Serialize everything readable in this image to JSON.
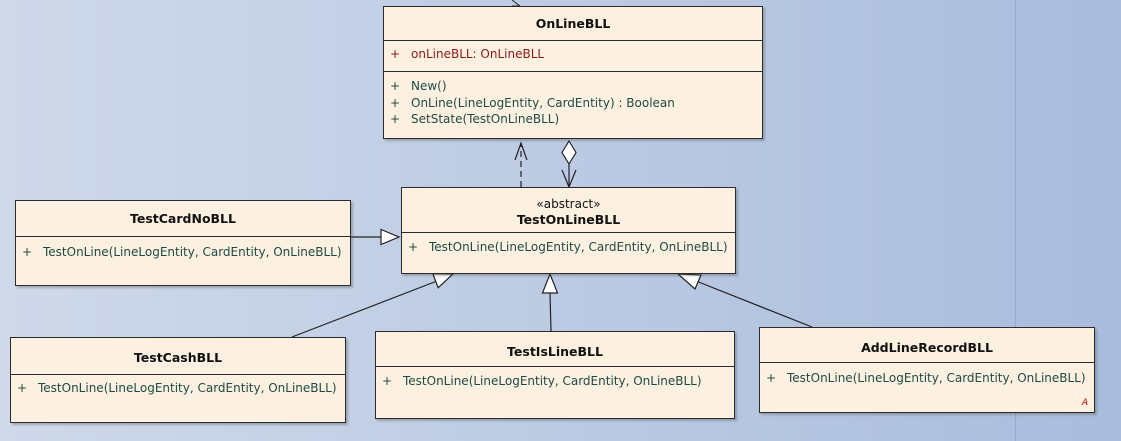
{
  "classes": {
    "online_bll": {
      "name": "OnLineBLL",
      "attributes": [
        {
          "visibility": "+",
          "text": "onLineBLL:  OnLineBLL"
        }
      ],
      "operations": [
        {
          "visibility": "+",
          "text": "New()"
        },
        {
          "visibility": "+",
          "text": "OnLine(LineLogEntity, CardEntity) : Boolean"
        },
        {
          "visibility": "+",
          "text": "SetState(TestOnLineBLL)"
        }
      ]
    },
    "test_online_bll": {
      "stereotype": "«abstract»",
      "name": "TestOnLineBLL",
      "operations": [
        {
          "visibility": "+",
          "text": "TestOnLine(LineLogEntity, CardEntity, OnLineBLL)"
        }
      ]
    },
    "test_card_no_bll": {
      "name": "TestCardNoBLL",
      "operations": [
        {
          "visibility": "+",
          "text": "TestOnLine(LineLogEntity, CardEntity, OnLineBLL)"
        }
      ]
    },
    "test_cash_bll": {
      "name": "TestCashBLL",
      "operations": [
        {
          "visibility": "+",
          "text": "TestOnLine(LineLogEntity, CardEntity, OnLineBLL)"
        }
      ]
    },
    "test_is_line_bll": {
      "name": "TestIsLineBLL",
      "operations": [
        {
          "visibility": "+",
          "text": "TestOnLine(LineLogEntity, CardEntity, OnLineBLL)"
        }
      ]
    },
    "add_line_record_bll": {
      "name": "AddLineRecordBLL",
      "operations": [
        {
          "visibility": "+",
          "text": "TestOnLine(LineLogEntity, CardEntity, OnLineBLL)"
        }
      ],
      "abstract_marker": "A"
    }
  },
  "colors": {
    "class_fill": "#fcf1e0",
    "border": "#2b2b2b",
    "attribute_text": "#8b1a1a",
    "operation_text": "#1f4a44"
  }
}
